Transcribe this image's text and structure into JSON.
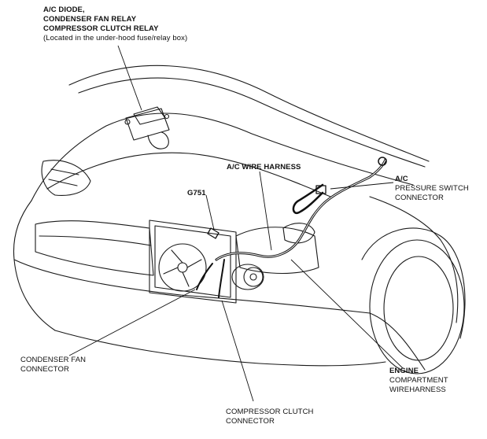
{
  "relay_label": {
    "lines": [
      "A/C DIODE,",
      "CONDENSER FAN RELAY",
      "COMPRESSOR CLUTCH RELAY",
      "(Located in the under-hood fuse/relay box)"
    ]
  },
  "ac_wire_harness_label": "A/C WIRE HARNESS",
  "ground_label": "G751",
  "pressure_switch_label": {
    "lines": [
      "A/C",
      "PRESSURE SWITCH",
      "CONNECTOR"
    ]
  },
  "condenser_fan_label": {
    "lines": [
      "CONDENSER FAN",
      "CONNECTOR"
    ]
  },
  "engine_harness_label": {
    "lines": [
      "ENGINE",
      "COMPARTMENT",
      "WIREHARNESS"
    ]
  },
  "compressor_clutch_label": {
    "lines": [
      "COMPRESSOR CLUTCH",
      "CONNECTOR"
    ]
  },
  "colors": {
    "ink": "#111111",
    "background": "#ffffff"
  }
}
